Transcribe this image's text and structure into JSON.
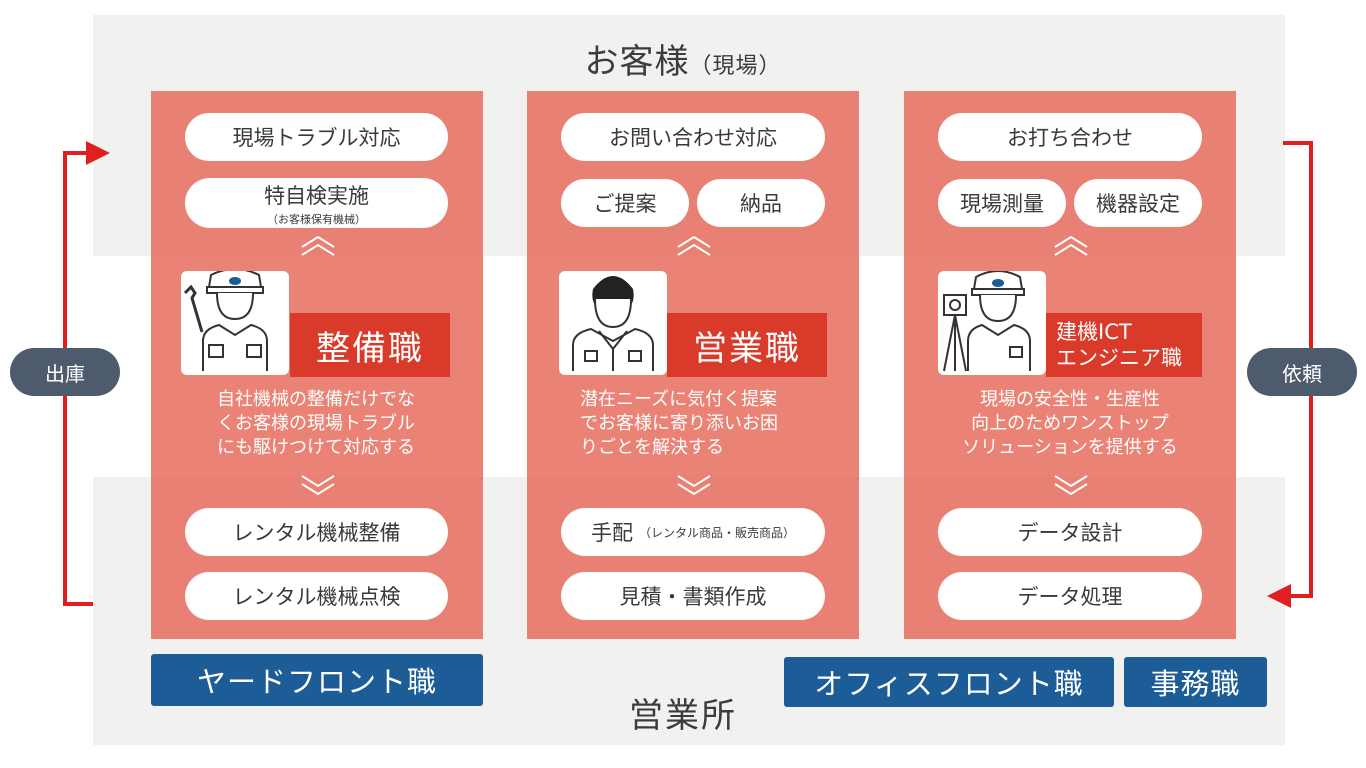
{
  "top_title": "お客様",
  "top_title_sub": "（現場）",
  "bottom_title": "営業所",
  "left_label": "出庫",
  "right_label": "依頼",
  "accent_red": "#e02020",
  "columns": [
    {
      "top_pills": [
        "現場トラブル対応",
        "特自検実施"
      ],
      "top_pill_sub": "（お客様保有機械）",
      "role": "整備職",
      "description": [
        "自社機械の整備だけでな",
        "くお客様の現場トラブル",
        "にも駆けつけて対応する"
      ],
      "bottom_pills": [
        "レンタル機械整備",
        "レンタル機械点検"
      ],
      "person_icon": "mechanic-with-wrench-icon"
    },
    {
      "top_pills": [
        "お問い合わせ対応",
        "ご提案",
        "納品"
      ],
      "role": "営業職",
      "description": [
        "潜在ニーズに気付く提案",
        "でお客様に寄り添いお困",
        "りごとを解決する"
      ],
      "bottom_pills": [
        "手配",
        "見積・書類作成"
      ],
      "bottom_pill_inline": "（レンタル商品・販売商品）",
      "person_icon": "salesperson-icon"
    },
    {
      "top_pills": [
        "お打ち合わせ",
        "現場測量",
        "機器設定"
      ],
      "role_lines": [
        "建機ICT",
        "エンジニア職"
      ],
      "description": [
        "現場の安全性・生産性",
        "向上のためワンストップ",
        "ソリューションを提供する"
      ],
      "bottom_pills": [
        "データ設計",
        "データ処理"
      ],
      "person_icon": "engineer-with-surveying-instrument-icon"
    }
  ],
  "badges": [
    "ヤードフロント職",
    "オフィスフロント職",
    "事務職"
  ]
}
